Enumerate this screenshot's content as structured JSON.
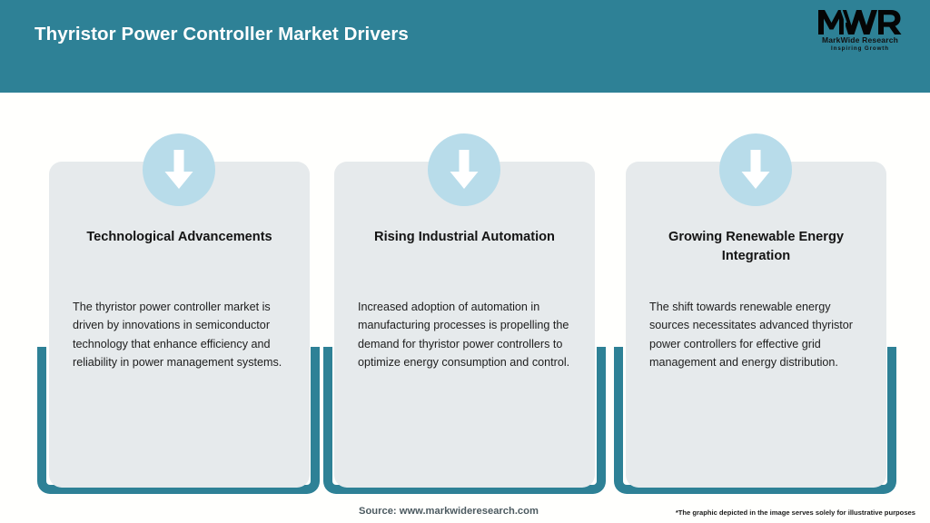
{
  "header": {
    "title": "Thyristor Power Controller Market Drivers",
    "background_color": "#2e8196",
    "title_color": "#ffffff"
  },
  "logo": {
    "monogram": "MWR",
    "name": "MarkWide Research",
    "tagline": "Inspiring Growth"
  },
  "cards": [
    {
      "title": "Technological Advancements",
      "body": "The thyristor power controller market is driven by innovations in semiconductor technology that enhance efficiency and reliability in power management systems.",
      "icon": "arrow-down-icon"
    },
    {
      "title": "Rising Industrial Automation",
      "body": "Increased adoption of automation in manufacturing processes is propelling the demand for thyristor power controllers to optimize energy consumption and control.",
      "icon": "arrow-down-icon"
    },
    {
      "title": "Growing Renewable Energy Integration",
      "body": "The shift towards renewable energy sources necessitates advanced thyristor power controllers for effective grid management and energy distribution.",
      "icon": "arrow-down-icon"
    }
  ],
  "footer": {
    "source": "Source: www.markwideresearch.com",
    "disclaimer": "*The graphic depicted in the image serves solely for illustrative purposes"
  },
  "colors": {
    "teal": "#2e8196",
    "card_fill": "#e6eaec",
    "circle_fill": "#b8dcea",
    "page_background": "#fffffd"
  }
}
